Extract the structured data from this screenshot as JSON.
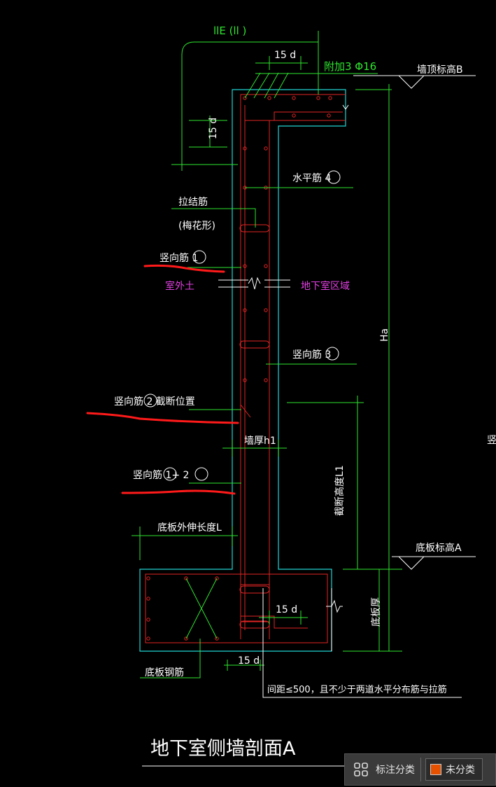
{
  "drawing": {
    "title": "地下室侧墙剖面A",
    "labels": {
      "lae": "llE (ll )",
      "dim_15d_top": "15 d",
      "extra_bar": "附加3 Φ16",
      "wall_top_elev": "墙顶标高B",
      "dim_15d_left": "15 d",
      "horizontal_bar": "水平筋 4",
      "tie_bar": "拉结筋",
      "tie_bar_shape": "(梅花形)",
      "vertical_bar_1": "竖向筋 1",
      "outdoor_soil": "室外土",
      "basement_area": "地下室区域",
      "vertical_bar_3": "竖向筋 3",
      "ha": "Ha",
      "vertical_bar_2_cut": "竖向筋 2 截断位置",
      "wall_thickness": "墙厚h1",
      "vertical_bar_12": "竖向筋 1+ 2",
      "cut_height": "截断高度L1",
      "slab_ext_length": "底板外伸长度L",
      "slab_bottom_elev": "底板标高A",
      "dim_15d_slab": "15 d",
      "slab_thickness": "底板厚",
      "dim_15d_bottom": "15 d",
      "slab_rebar": "底板钢筋",
      "spacing_note": "间距≤500，且不少于两道水平分布筋与拉筋",
      "edge_char": "竖"
    }
  },
  "toolbar": {
    "icon": "category-grid-icon",
    "label": "标注分类",
    "chip_label": "未分类",
    "chip_color": "#e65100"
  }
}
